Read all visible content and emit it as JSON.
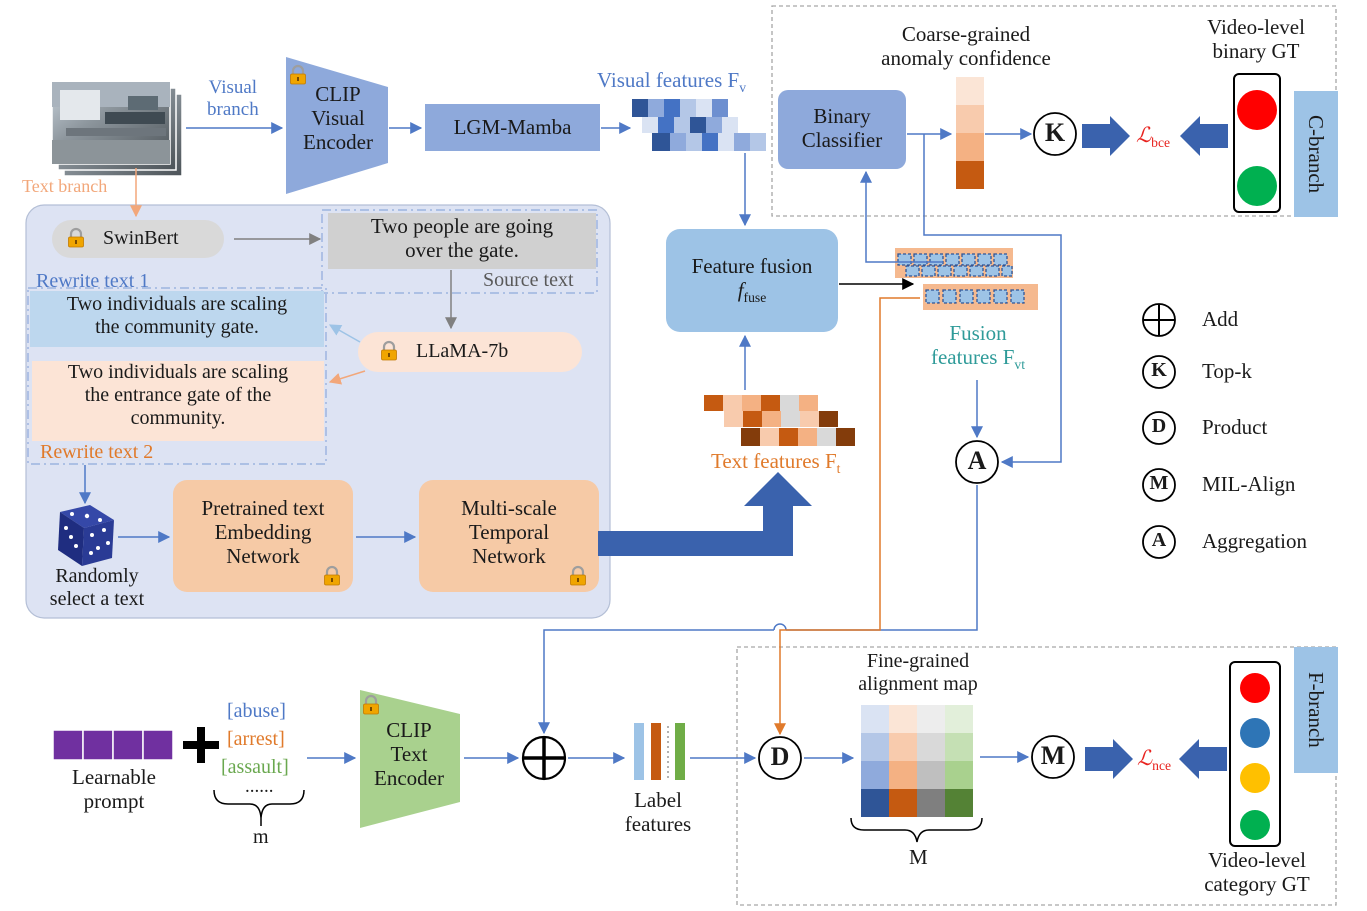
{
  "text": {
    "visual_branch": [
      "Visual",
      "branch"
    ],
    "text_branch": "Text branch",
    "clip_visual": [
      "CLIP",
      "Visual",
      "Encoder"
    ],
    "lgm_mamba": "LGM-Mamba",
    "visual_features": "Visual features F",
    "visual_features_sub": "v",
    "binary_classifier": [
      "Binary",
      "Classifier"
    ],
    "coarse_conf": [
      "Coarse-grained",
      "anomaly confidence"
    ],
    "video_binary_gt": [
      "Video-level",
      "binary GT"
    ],
    "c_branch": "C-branch",
    "loss_bce": "bce",
    "swinbert": "SwinBert",
    "source_text": [
      "Two people are going",
      "over the gate."
    ],
    "source_text_label": "Source text",
    "rewrite1_label": "Rewrite text 1",
    "rewrite1": [
      "Two individuals are scaling",
      "the community gate."
    ],
    "llama": "LLaMA-7b",
    "rewrite2": [
      "Two individuals are scaling",
      "the entrance gate of the",
      "community."
    ],
    "rewrite2_label": "Rewrite text 2",
    "randomly": [
      "Randomly",
      "select a text"
    ],
    "pretrained": [
      "Pretrained text",
      "Embedding",
      "Network"
    ],
    "multiscale": [
      "Multi-scale",
      "Temporal",
      "Network"
    ],
    "feature_fusion": "Feature fusion",
    "f_fuse": "f",
    "f_fuse_sub": "fuse",
    "text_features": "Text features F",
    "text_features_sub": "t",
    "fusion_features": [
      "Fusion",
      "features F"
    ],
    "fusion_features_sub": "vt",
    "legend": [
      {
        "symbol": "+",
        "label": "Add"
      },
      {
        "symbol": "K",
        "label": "Top-k"
      },
      {
        "symbol": "D",
        "label": "Product"
      },
      {
        "symbol": "M",
        "label": "MIL-Align"
      },
      {
        "symbol": "A",
        "label": "Aggregation"
      }
    ],
    "learnable_prompt": [
      "Learnable",
      "prompt"
    ],
    "labels": [
      "[abuse]",
      "[arrest]",
      "[assault]",
      "......"
    ],
    "m": "m",
    "clip_text": [
      "CLIP",
      "Text",
      "Encoder"
    ],
    "label_features": [
      "Label",
      "features"
    ],
    "fine_grained": [
      "Fine-grained",
      "alignment map"
    ],
    "M": "M",
    "f_branch": "F-branch",
    "loss_nce": "nce",
    "video_category_gt": [
      "Video-level",
      "category GT"
    ],
    "node_K": "K",
    "node_A": "A",
    "node_D": "D",
    "node_M": "M"
  },
  "colors": {
    "blue_arrow": "#4f79c6",
    "dark_blue_arrow": "#3a62ad",
    "orange_line": "#e07a2b",
    "text_panel": "#dde3f3",
    "peach_box": "#f6caa6",
    "clip_visual": "#8ea9db",
    "clip_text": "#a9d18e",
    "feature_fusion": "#9dc3e6",
    "branch_tag": "#9dc3e6",
    "prompt_purple": "#7030a0",
    "traffic_red": "#ff0000",
    "traffic_green": "#00b050",
    "traffic_blue": "#2e75b6",
    "traffic_yellow": "#ffc000"
  },
  "icons": [
    "lock-icon",
    "dice-icon",
    "cctv-frames-image",
    "traffic-light-icon",
    "add-icon"
  ]
}
